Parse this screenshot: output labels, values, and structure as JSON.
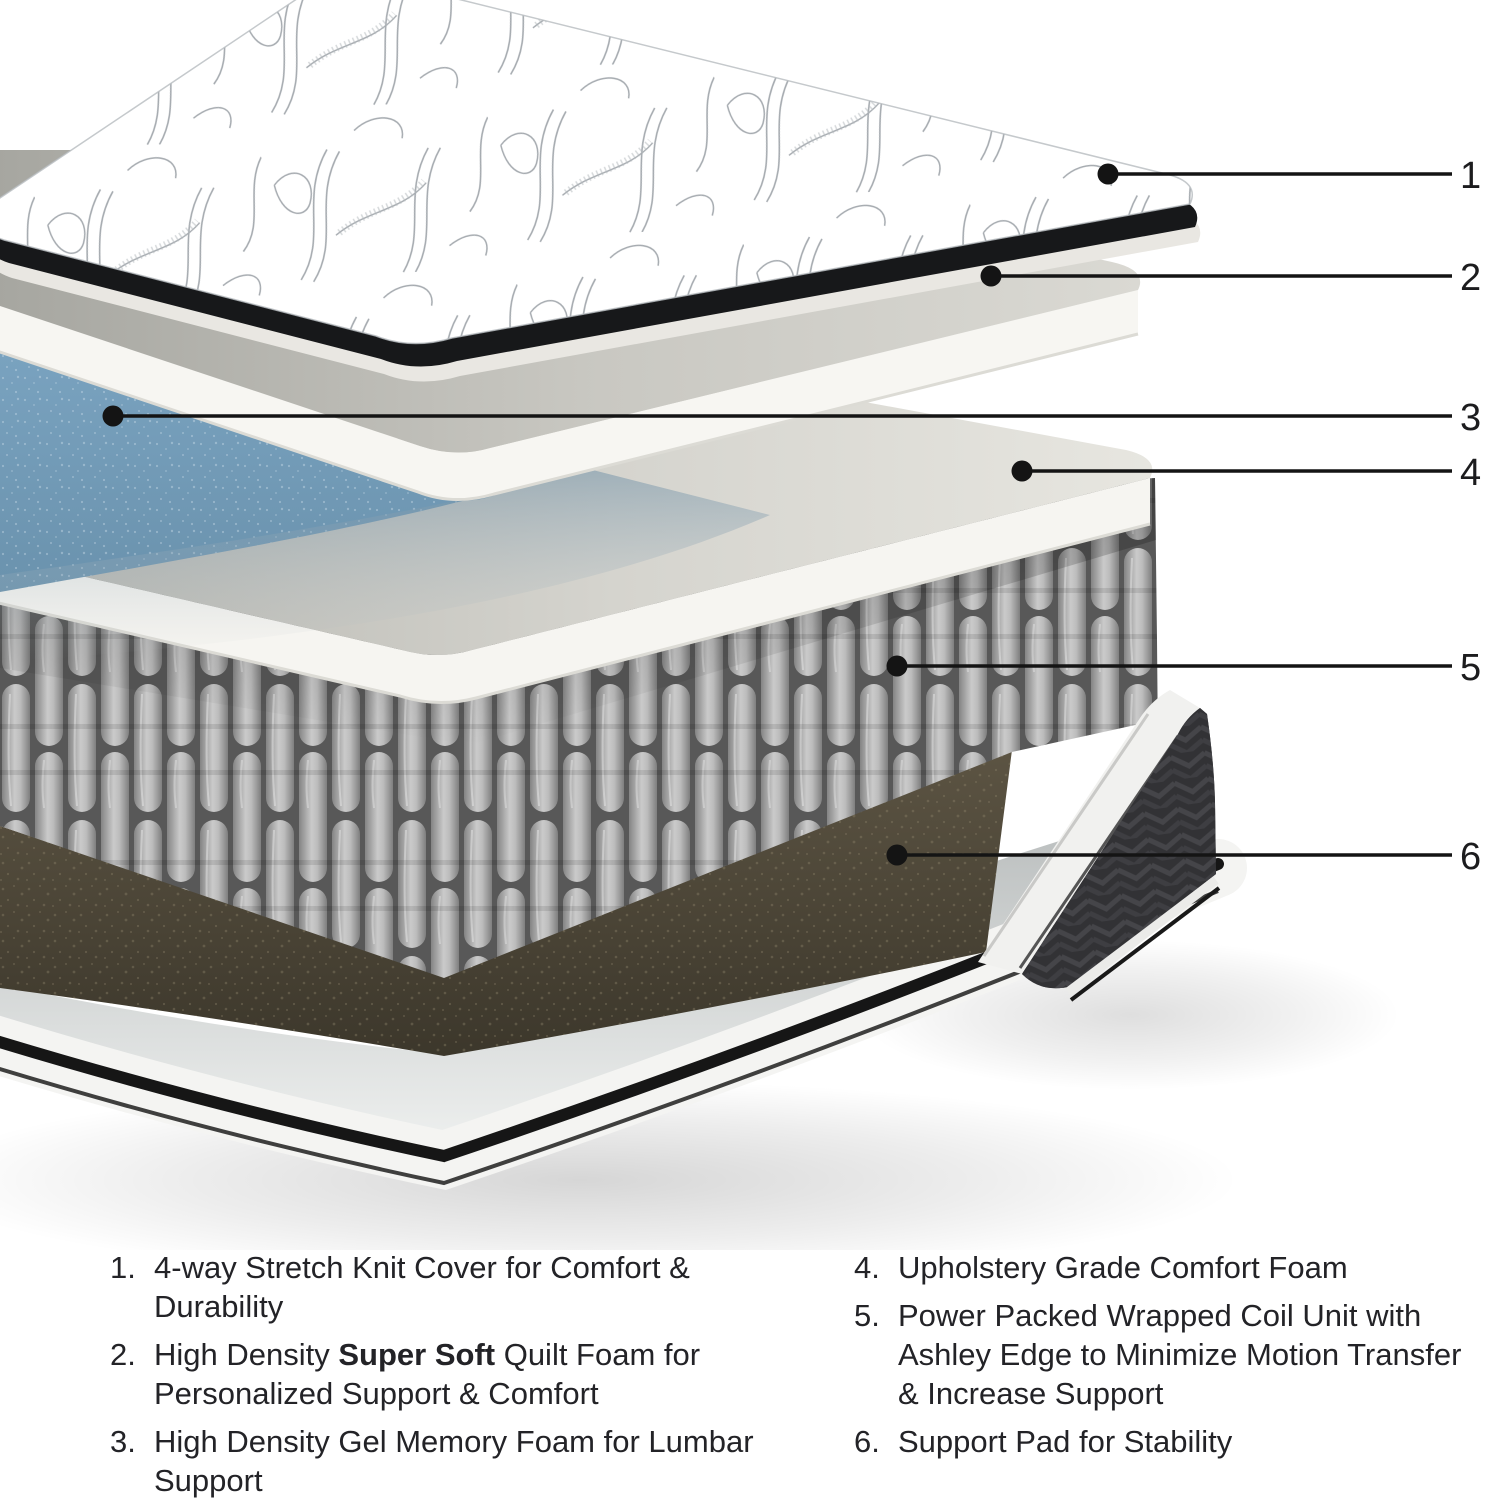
{
  "figure": {
    "kind": "exploded-mattress-layer-diagram",
    "layer_parts": [
      "quilted-knit-cover",
      "quilt-foam-layer",
      "gel-memory-foam-layer",
      "comfort-foam-layer",
      "wrapped-coil-unit",
      "support-pad",
      "mattress-base-shell",
      "side-panel-corner"
    ]
  },
  "colors": {
    "background": "#ffffff",
    "gel_foam_blue": "#7aa3c0",
    "support_pad_brown": "#4e4735",
    "side_panel_charcoal": "#323235",
    "coil_grey": "#9a9a9a",
    "edge_trim_black": "#161616"
  },
  "callouts": [
    {
      "label": "1"
    },
    {
      "label": "2"
    },
    {
      "label": "3"
    },
    {
      "label": "4"
    },
    {
      "label": "5"
    },
    {
      "label": "6"
    }
  ],
  "legend": {
    "columns": [
      {
        "items": [
          {
            "num": "1.",
            "before": "4-way Stretch Knit Cover for Comfort & Durability",
            "bold": "",
            "after": ""
          },
          {
            "num": "2.",
            "before": "High Density ",
            "bold": "Super Soft",
            "after": " Quilt Foam for Personalized Support & Comfort"
          },
          {
            "num": "3.",
            "before": "High Density Gel Memory Foam for Lumbar Support",
            "bold": "",
            "after": ""
          }
        ]
      },
      {
        "items": [
          {
            "num": "4.",
            "before": "Upholstery Grade Comfort Foam",
            "bold": "",
            "after": ""
          },
          {
            "num": "5.",
            "before": "Power Packed Wrapped Coil Unit with Ashley Edge to Minimize Motion Transfer & Increase Support",
            "bold": "",
            "after": ""
          },
          {
            "num": "6.",
            "before": "Support Pad for Stability",
            "bold": "",
            "after": ""
          }
        ]
      }
    ]
  }
}
